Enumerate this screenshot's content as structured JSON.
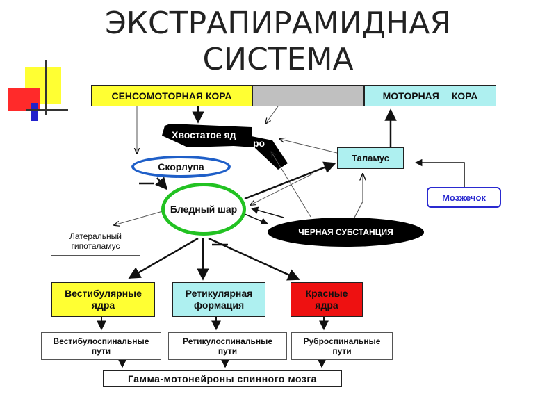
{
  "title": {
    "line1": "ЭКСТРАПИРАМИДНАЯ",
    "line2": "СИСТЕМА"
  },
  "nodes": {
    "sensory_cortex": "СЕНСОМОТОРНАЯ КОРА",
    "motor_cortex": "МОТОРНАЯ КОРА",
    "caudate_part1": "Хвостатое яд",
    "caudate_part2": "ро",
    "putamen": "Скорлупа",
    "thalamus": "Таламус",
    "cerebellum": "Мозжечок",
    "globus_pallidus_line1": "Бледный",
    "globus_pallidus_line2": "шар",
    "substantia_nigra": "ЧЕРНАЯ СУБСТАНЦИЯ",
    "lateral_hypothalamus_line1": "Латеральный",
    "lateral_hypothalamus_line2": "гипоталамус",
    "vestibular_nuclei_line1": "Вестибулярные",
    "vestibular_nuclei_line2": "ядра",
    "reticular_formation_line1": "Ретикулярная",
    "reticular_formation_line2": "формация",
    "red_nuclei_line1": "Красные",
    "red_nuclei_line2": "ядра",
    "vestibulospinal_line1": "Вестибулоспинальные",
    "vestibulospinal_line2": "пути",
    "reticulospinal_line1": "Ретикулоспинальные",
    "reticulospinal_line2": "пути",
    "rubrospinal_line1": "Руброспинальные",
    "rubrospinal_line2": "пути",
    "gamma_motoneurons": "Гамма-мотонейроны спинного мозга"
  },
  "colors": {
    "yellow": "#ffff33",
    "cyan": "#aef0f0",
    "gray": "#c0c0c0",
    "red": "#ee1111",
    "putamen_outline": "#1f5fc8",
    "pallidus_outline": "#22c222",
    "cerebellum_outline": "#2a2ad0",
    "nigra_fill": "#000000"
  }
}
